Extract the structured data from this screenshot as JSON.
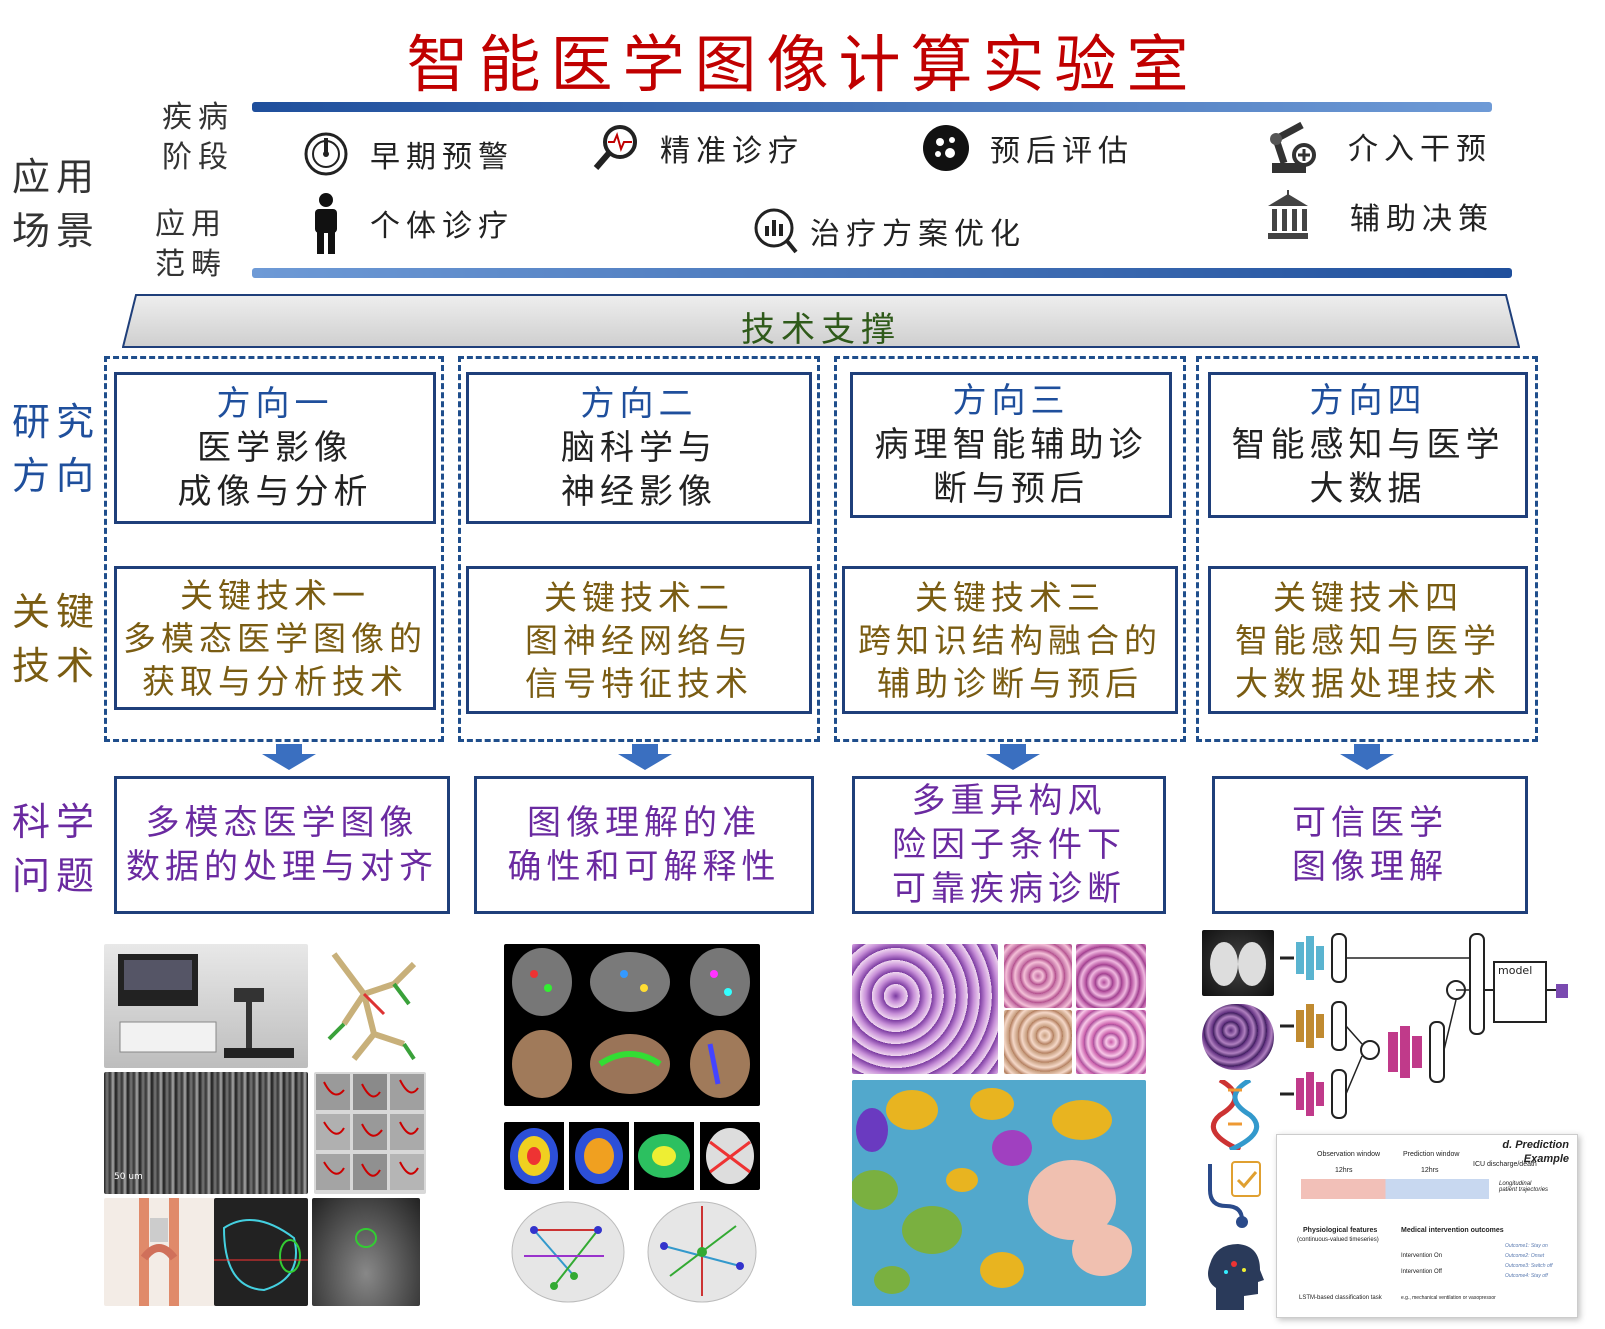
{
  "title": "智能医学图像计算实验室",
  "side": {
    "app_scene": [
      "应用",
      "场景"
    ],
    "research_dir": [
      "研究",
      "方向"
    ],
    "key_tech": [
      "关键",
      "技术"
    ],
    "sci_problem": [
      "科学",
      "问题"
    ]
  },
  "stages": {
    "disease_stage": [
      "疾病",
      "阶段"
    ],
    "app_scope": [
      "应用",
      "范畴"
    ]
  },
  "app_items": {
    "early_warning": "早期预警",
    "precise_diag": "精准诊疗",
    "prognosis": "预后评估",
    "intervention": "介入干预",
    "individual": "个体诊疗",
    "treatment_opt": "治疗方案优化",
    "decision_support": "辅助决策"
  },
  "tech_support": "技术支撑",
  "directions": [
    {
      "head": "方向一",
      "body": [
        "医学影像",
        "成像与分析"
      ]
    },
    {
      "head": "方向二",
      "body": [
        "脑科学与",
        "神经影像"
      ]
    },
    {
      "head": "方向三",
      "body": [
        "病理智能辅助诊",
        "断与预后"
      ]
    },
    {
      "head": "方向四",
      "body": [
        "智能感知与医学",
        "大数据"
      ]
    }
  ],
  "key_techs": [
    [
      "关键技术一",
      "多模态医学图像的",
      "获取与分析技术"
    ],
    [
      "关键技术二",
      "图神经网络与",
      "信号特征技术"
    ],
    [
      "关键技术三",
      "跨知识结构融合的",
      "辅助诊断与预后"
    ],
    [
      "关键技术四",
      "智能感知与医学",
      "大数据处理技术"
    ]
  ],
  "sci_problems": [
    [
      "多模态医学图像",
      "数据的处理与对齐"
    ],
    [
      "图像理解的准",
      "确性和可解释性"
    ],
    [
      "多重异构风",
      "险因子条件下",
      "可靠疾病诊断"
    ],
    [
      "可信医学",
      "图像理解"
    ]
  ],
  "figure_text": {
    "scale_bar": "50 um",
    "model_label": "model",
    "prediction_label": "d. Prediction",
    "prediction_label2": "Example",
    "observation_window": "Observation window",
    "prediction_window": "Prediction window",
    "hrs1": "12hrs",
    "hrs2": "12hrs",
    "icu_discharge": "ICU discharge/death",
    "longitudinal": "Longitudinal patient trajectories",
    "physio": "Physiological features",
    "physio_sub": "(continuous-valued timeseries)",
    "med_outcomes": "Medical intervention outcomes",
    "intervention_on": "Intervention On",
    "intervention_off": "Intervention Off",
    "outcome1": "Outcome1: Stay on",
    "outcome2": "Outcome2: Onset",
    "outcome3": "Outcome3: Switch off",
    "outcome4": "Outcome4: Stay off",
    "lstm_task": "LSTM-based classification task",
    "lstm_eg": "e.g., mechanical ventilation or vasopressor"
  },
  "colors": {
    "title": "#c00000",
    "bar_blue": "#3a6fb6",
    "direction_blue": "#1f4f9c",
    "key_gold": "#7a5c12",
    "sci_purple": "#6a2aa0",
    "tech_green": "#2f5a1a"
  }
}
